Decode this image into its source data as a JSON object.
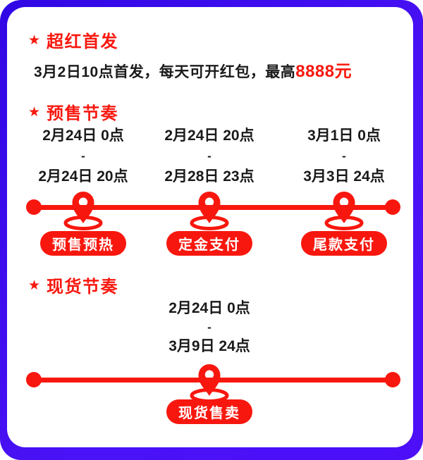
{
  "colors": {
    "red": "#f8170e",
    "ink": "#1a1a1a",
    "frame": "#3f0cf1",
    "card": "#ffffff"
  },
  "icons": {
    "star": "★",
    "pin": "location-pin-icon"
  },
  "sections": {
    "super_red": {
      "title": "超红首发",
      "desc_prefix": "3月2日10点首发，每天可开红包，最高",
      "desc_highlight": "8888元"
    },
    "presale": {
      "title": "预售节奏",
      "phases": [
        {
          "start": "2月24日 0点",
          "separator": "-",
          "end": "2月24日 20点",
          "label": "预售预热"
        },
        {
          "start": "2月24日 20点",
          "separator": "-",
          "end": "2月28日 23点",
          "label": "定金支付"
        },
        {
          "start": "3月1日 0点",
          "separator": "-",
          "end": "3月3日 24点",
          "label": "尾款支付"
        }
      ]
    },
    "spot": {
      "title": "现货节奏",
      "phases": [
        {
          "start": "2月24日 0点",
          "separator": "-",
          "end": "3月9日 24点",
          "label": "现货售卖"
        }
      ]
    }
  }
}
